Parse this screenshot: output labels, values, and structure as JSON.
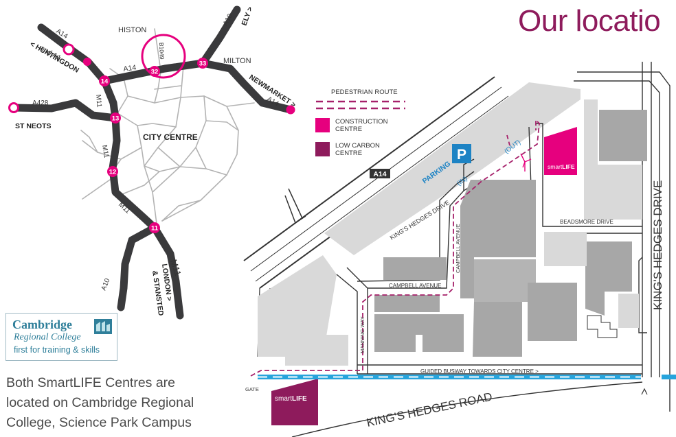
{
  "page_title": "Our locatio",
  "regional_map": {
    "places": {
      "histon": "HISTON",
      "milton": "MILTON",
      "city_centre": "CITY CENTRE",
      "st_neots": "ST NEOTS",
      "ely": "ELY >",
      "newmarket": "NEWMARKET >",
      "huntingdon": "< HUNTINGDON",
      "huntingdon_and": "and A1",
      "london": "LONDON >",
      "stansted": "& STANSTED"
    },
    "roads": {
      "a14_nw": "A14",
      "a14_mid": "A14",
      "a14_east": "A14",
      "a10_north": "A10",
      "a10_south": "A10",
      "a428": "A428",
      "b1049": "B1049",
      "m11_a": "M11",
      "m11_b": "M11",
      "m11_c": "M11",
      "m11_d": "M11"
    },
    "junctions": [
      "14",
      "32",
      "33",
      "13",
      "12",
      "11"
    ]
  },
  "legend": {
    "pedestrian_route": "PEDESTRIAN ROUTE",
    "construction_line1": "CONSTRUCTION",
    "construction_line2": "CENTRE",
    "low_carbon_line1": "LOW CARBON",
    "low_carbon_line2": "CENTRE",
    "colors": {
      "construction": "#e6007e",
      "low_carbon": "#8e1b5c",
      "pedestrian_route": "#a6206a"
    }
  },
  "site_map": {
    "a14_label": "A14",
    "parking_label": "PARKING",
    "parking_icon": "P",
    "in_label": "(IN)",
    "out_label": "(OUT)",
    "kings_hedges_drive_small": "KING'S HEDGES DRIVE",
    "kings_hedges_drive_large": "KING'S HEDGES DRIVE",
    "kings_hedges_road": "KING'S HEDGES ROAD",
    "campbell_avenue_vertical": "CAMPBELL AVENUE",
    "campbell_avenue_horizontal": "CAMPBELL AVENUE",
    "manning_way": "MANNING WAY",
    "beadsmore_drive": "BEADSMORE DRIVE",
    "guided_busway": "GUIDED BUSWAY TOWARDS CITY CENTRE >",
    "gate": "GATE",
    "smartlife_prefix": "smart",
    "smartlife_suffix": "LIFE",
    "colors": {
      "building": "#a7a7a7",
      "building_light": "#d9d9d9",
      "busway": "#27a4dc",
      "parking": "#1d83c4",
      "road": "#333333"
    }
  },
  "college": {
    "name": "Cambridge",
    "subtitle": "Regional College",
    "tagline": "first for training & skills"
  },
  "description_lines": [
    "Both SmartLIFE Centres are",
    "located on Cambridge Regional",
    "College, Science Park Campus"
  ]
}
